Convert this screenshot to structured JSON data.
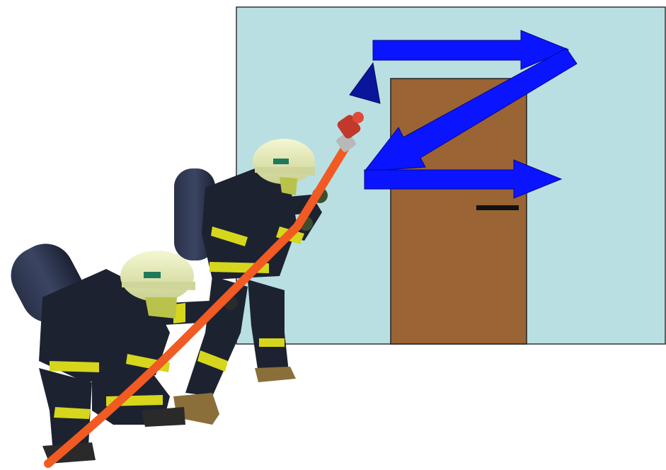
{
  "colors": {
    "background": "#ffffff",
    "wall": "#b9dfe3",
    "wall_border": "#333333",
    "door": "#9a6434",
    "door_handle": "#111111",
    "arrow": "#0b14ff",
    "arrow_dark": "#0a159b",
    "hose": "#f15a22",
    "nozzle": "#c0392b",
    "suit": "#1d2230",
    "reflective_stripe": "#d6d61c",
    "helmet": "#e9efb4",
    "boot": "#8a6f3a"
  },
  "icons": {
    "wall": "wall-rectangle",
    "door": "door",
    "spray_pattern": "z-shaped-spray-arrows",
    "firefighters": "two-firefighters-with-hose"
  }
}
